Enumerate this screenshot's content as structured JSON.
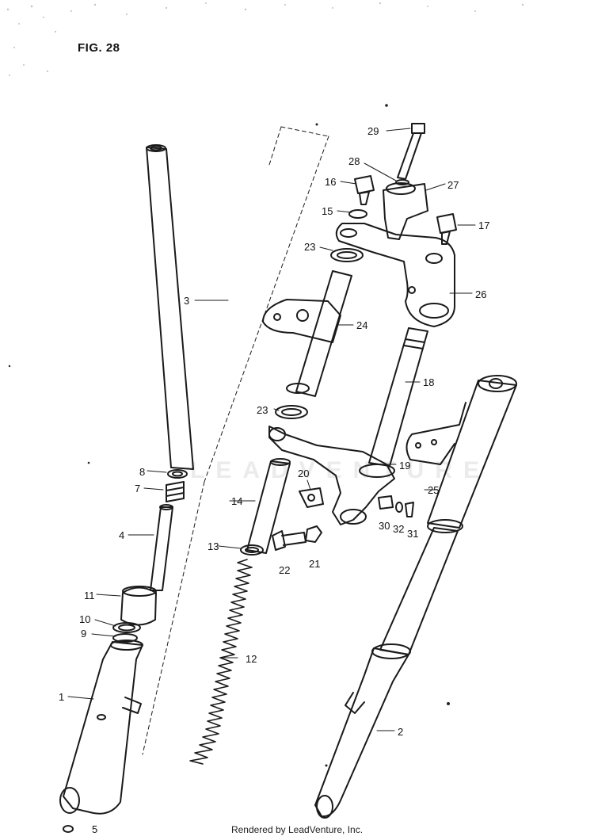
{
  "figure": {
    "title": "FIG. 28",
    "watermark": "LEADVENTURE",
    "footer": "Rendered by LeadVenture, Inc."
  },
  "callouts": [
    {
      "id": "29",
      "label": "29"
    },
    {
      "id": "28",
      "label": "28"
    },
    {
      "id": "27",
      "label": "27"
    },
    {
      "id": "16",
      "label": "16"
    },
    {
      "id": "15",
      "label": "15"
    },
    {
      "id": "17",
      "label": "17"
    },
    {
      "id": "23a",
      "label": "23"
    },
    {
      "id": "26",
      "label": "26"
    },
    {
      "id": "3",
      "label": "3"
    },
    {
      "id": "24",
      "label": "24"
    },
    {
      "id": "18",
      "label": "18"
    },
    {
      "id": "23b",
      "label": "23"
    },
    {
      "id": "19",
      "label": "19"
    },
    {
      "id": "8",
      "label": "8"
    },
    {
      "id": "7",
      "label": "7"
    },
    {
      "id": "20",
      "label": "20"
    },
    {
      "id": "25",
      "label": "25"
    },
    {
      "id": "14",
      "label": "14"
    },
    {
      "id": "4",
      "label": "4"
    },
    {
      "id": "30",
      "label": "30"
    },
    {
      "id": "32",
      "label": "32"
    },
    {
      "id": "31",
      "label": "31"
    },
    {
      "id": "13",
      "label": "13"
    },
    {
      "id": "22",
      "label": "22"
    },
    {
      "id": "21",
      "label": "21"
    },
    {
      "id": "11",
      "label": "11"
    },
    {
      "id": "10",
      "label": "10"
    },
    {
      "id": "9",
      "label": "9"
    },
    {
      "id": "12",
      "label": "12"
    },
    {
      "id": "1",
      "label": "1"
    },
    {
      "id": "2",
      "label": "2"
    },
    {
      "id": "5",
      "label": "5"
    }
  ],
  "colors": {
    "line": "#1a1a1a",
    "paper": "#ffffff",
    "watermark": "#ebebeb"
  }
}
